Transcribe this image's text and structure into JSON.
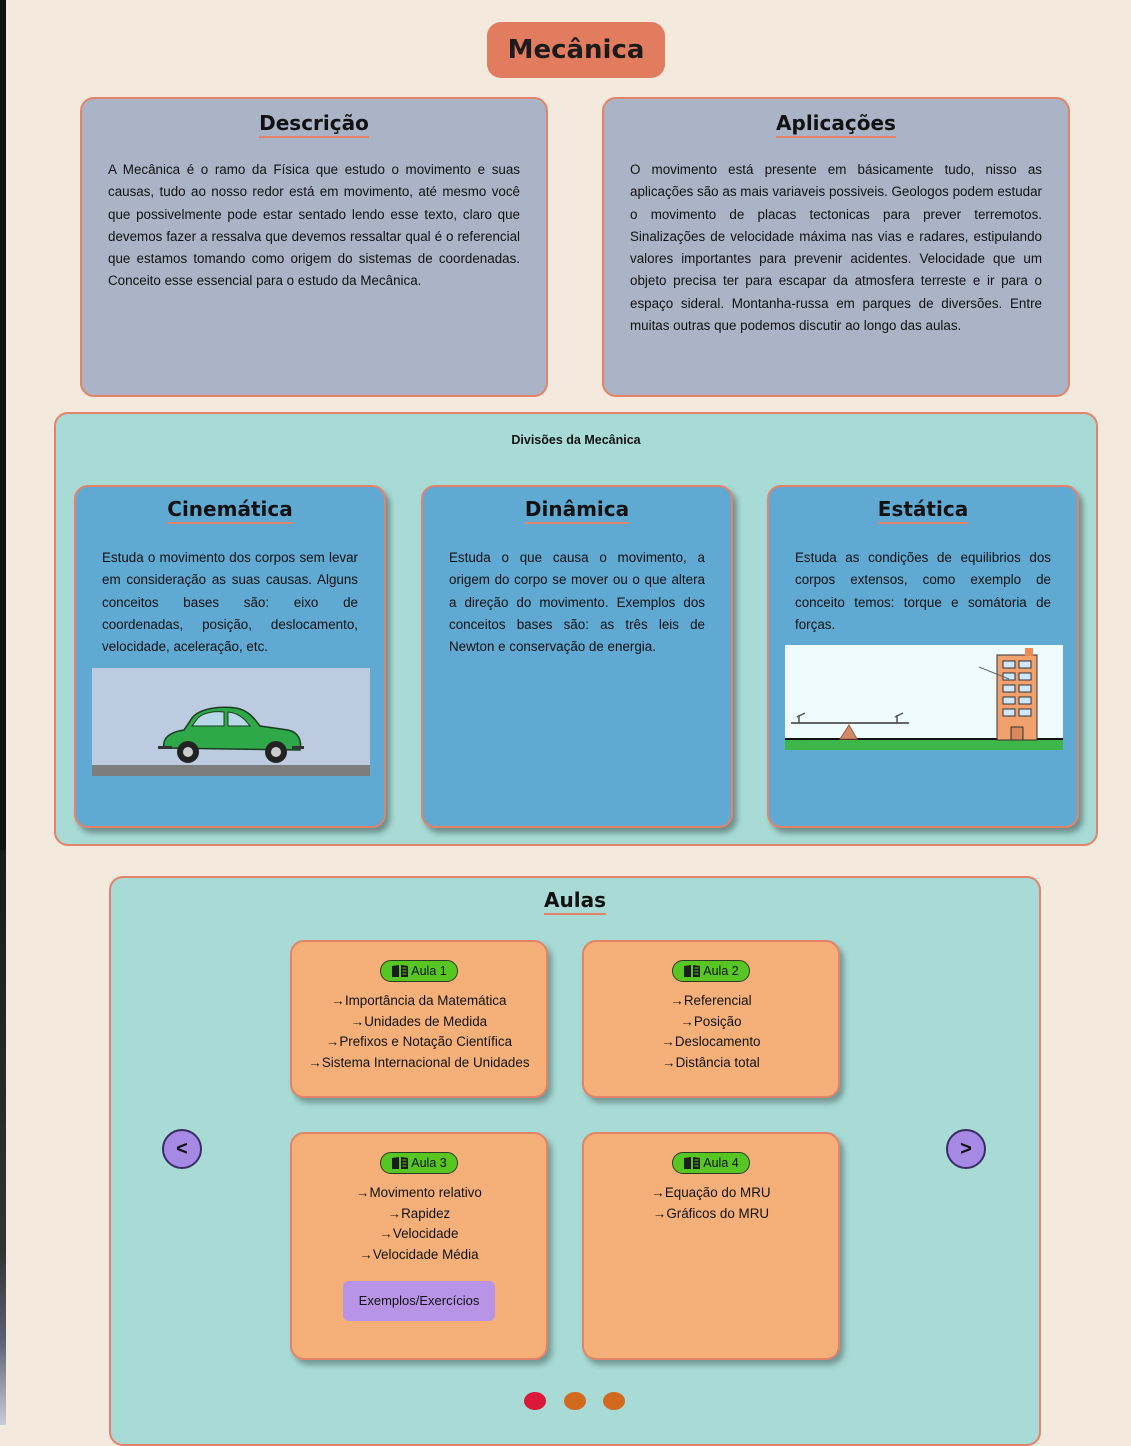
{
  "page": {
    "title": "Mecânica"
  },
  "descricao": {
    "heading": "Descrição",
    "text": "A Mecânica é o ramo da Física que estudo o movimento e suas causas, tudo ao nosso redor está em movimento, até mesmo você que possivelmente pode estar sentado lendo esse texto, claro que devemos fazer a ressalva que devemos ressaltar qual é o referencial que estamos tomando como origem do sistemas de coordenadas. Conceito esse essencial para o estudo da Mecânica."
  },
  "aplicacoes": {
    "heading": "Aplicações",
    "text": "O movimento está presente em básicamente tudo, nisso as aplicações são as mais variaveis possiveis. Geologos podem estudar o movimento de placas tectonicas para prever terremotos. Sinalizações de velocidade máxima nas vias e radares, estipulando valores importantes para prevenir acidentes. Velocidade que um objeto precisa ter para escapar da atmosfera terreste e ir para o espaço sideral. Montanha-russa em parques de diversões. Entre muitas outras que podemos discutir ao longo das aulas."
  },
  "divisoes": {
    "title": "Divisões da Mecânica",
    "cards": [
      {
        "heading": "Cinemática",
        "text": "Estuda o movimento dos corpos sem levar em consideração as suas causas. Alguns conceitos bases são: eixo de coordenadas, posição, deslocamento, velocidade, aceleração, etc.",
        "image": "car-illustration"
      },
      {
        "heading": "Dinâmica",
        "text": "Estuda o que causa o movimento, a origem do corpo se mover ou o que altera a direção do movimento. Exemplos dos conceitos bases são: as três leis de Newton e conservação de energia.",
        "image": ""
      },
      {
        "heading": "Estática",
        "text": "Estuda as condições de equilibrios dos corpos extensos, como exemplo de conceito temos: torque e somátoria de forças.",
        "image": "seesaw-building-illustration"
      }
    ]
  },
  "aulas": {
    "heading": "Aulas",
    "prev_label": "<",
    "next_label": ">",
    "lessons": [
      {
        "label": "Aula 1",
        "topics": [
          "Importância da Matemática",
          "Unidades de Medida",
          "Prefixos e Notação Científica",
          "Sistema Internacional de Unidades"
        ]
      },
      {
        "label": "Aula 2",
        "topics": [
          "Referencial",
          "Posição",
          "Deslocamento",
          "Distância total"
        ]
      },
      {
        "label": "Aula 3",
        "topics": [
          "Movimento relativo",
          "Rapidez",
          "Velocidade",
          "Velocidade Média"
        ],
        "button": "Exemplos/Exercícios"
      },
      {
        "label": "Aula 4",
        "topics": [
          "Equação do MRU",
          "Gráficos do MRU"
        ]
      }
    ],
    "dots": [
      {
        "color": "#d9183a",
        "active": true
      },
      {
        "color": "#d2691e",
        "active": false
      },
      {
        "color": "#d2691e",
        "active": false
      }
    ],
    "badge_icon": "book-icon"
  },
  "colors": {
    "background": "#f3e9dd",
    "accent_border": "#e3836a",
    "title_pill": "#e27c5f",
    "info_card": "#aab4c6",
    "section_bg": "#a8dbd6",
    "division_card": "#5fa9d3",
    "lesson_card": "#f4b078",
    "badge": "#57c623",
    "nav_button": "#a688e5",
    "exercise_button": "#b894e6"
  }
}
